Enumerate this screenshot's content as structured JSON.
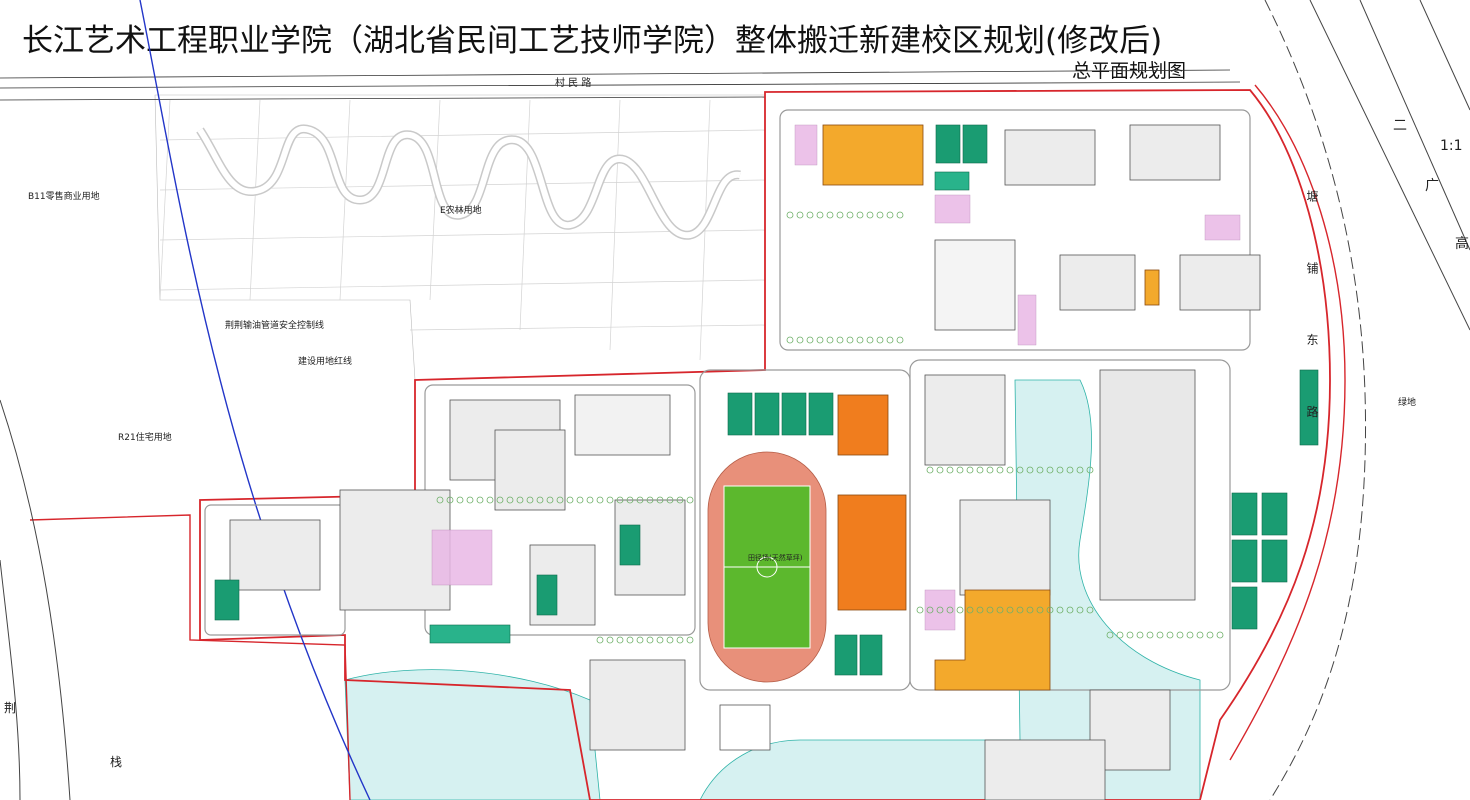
{
  "header": {
    "title": "长江艺术工程职业学院（湖北省民间工艺技师学院）整体搬迁新建校区规划(修改后)",
    "subtitle": "总平面规划图"
  },
  "map_labels": {
    "road_north": "村 民 路",
    "land_b11": "B11零售商业用地",
    "land_agri": "E农林用地",
    "pipeline_zone": "荆荆输油管道安全控制线",
    "redline": "建设用地红线",
    "land_r21": "R21住宅用地",
    "green_east": "绿地",
    "field_label": "田径场(天然草坪)",
    "scale_note": "1:1",
    "road_east_1": "二",
    "road_east_2": "广",
    "road_east_3": "高",
    "road_vertical": "塘 铺 东 路",
    "west_edge": "荆",
    "south_edge": "栈"
  },
  "colors": {
    "redline": "#d7262c",
    "orange": "#f07d1e",
    "amber": "#f3a92c",
    "teal": "#29b38b",
    "court_green": "#1a9c72",
    "grass": "#5cb82d",
    "track": "#e8907a",
    "pink": "#e9b8e6",
    "water": "#d6f1f1",
    "blue_line": "#2336c8"
  },
  "legend_icons": [
    "building-icon",
    "court-icon",
    "track-icon",
    "tree-icon"
  ]
}
